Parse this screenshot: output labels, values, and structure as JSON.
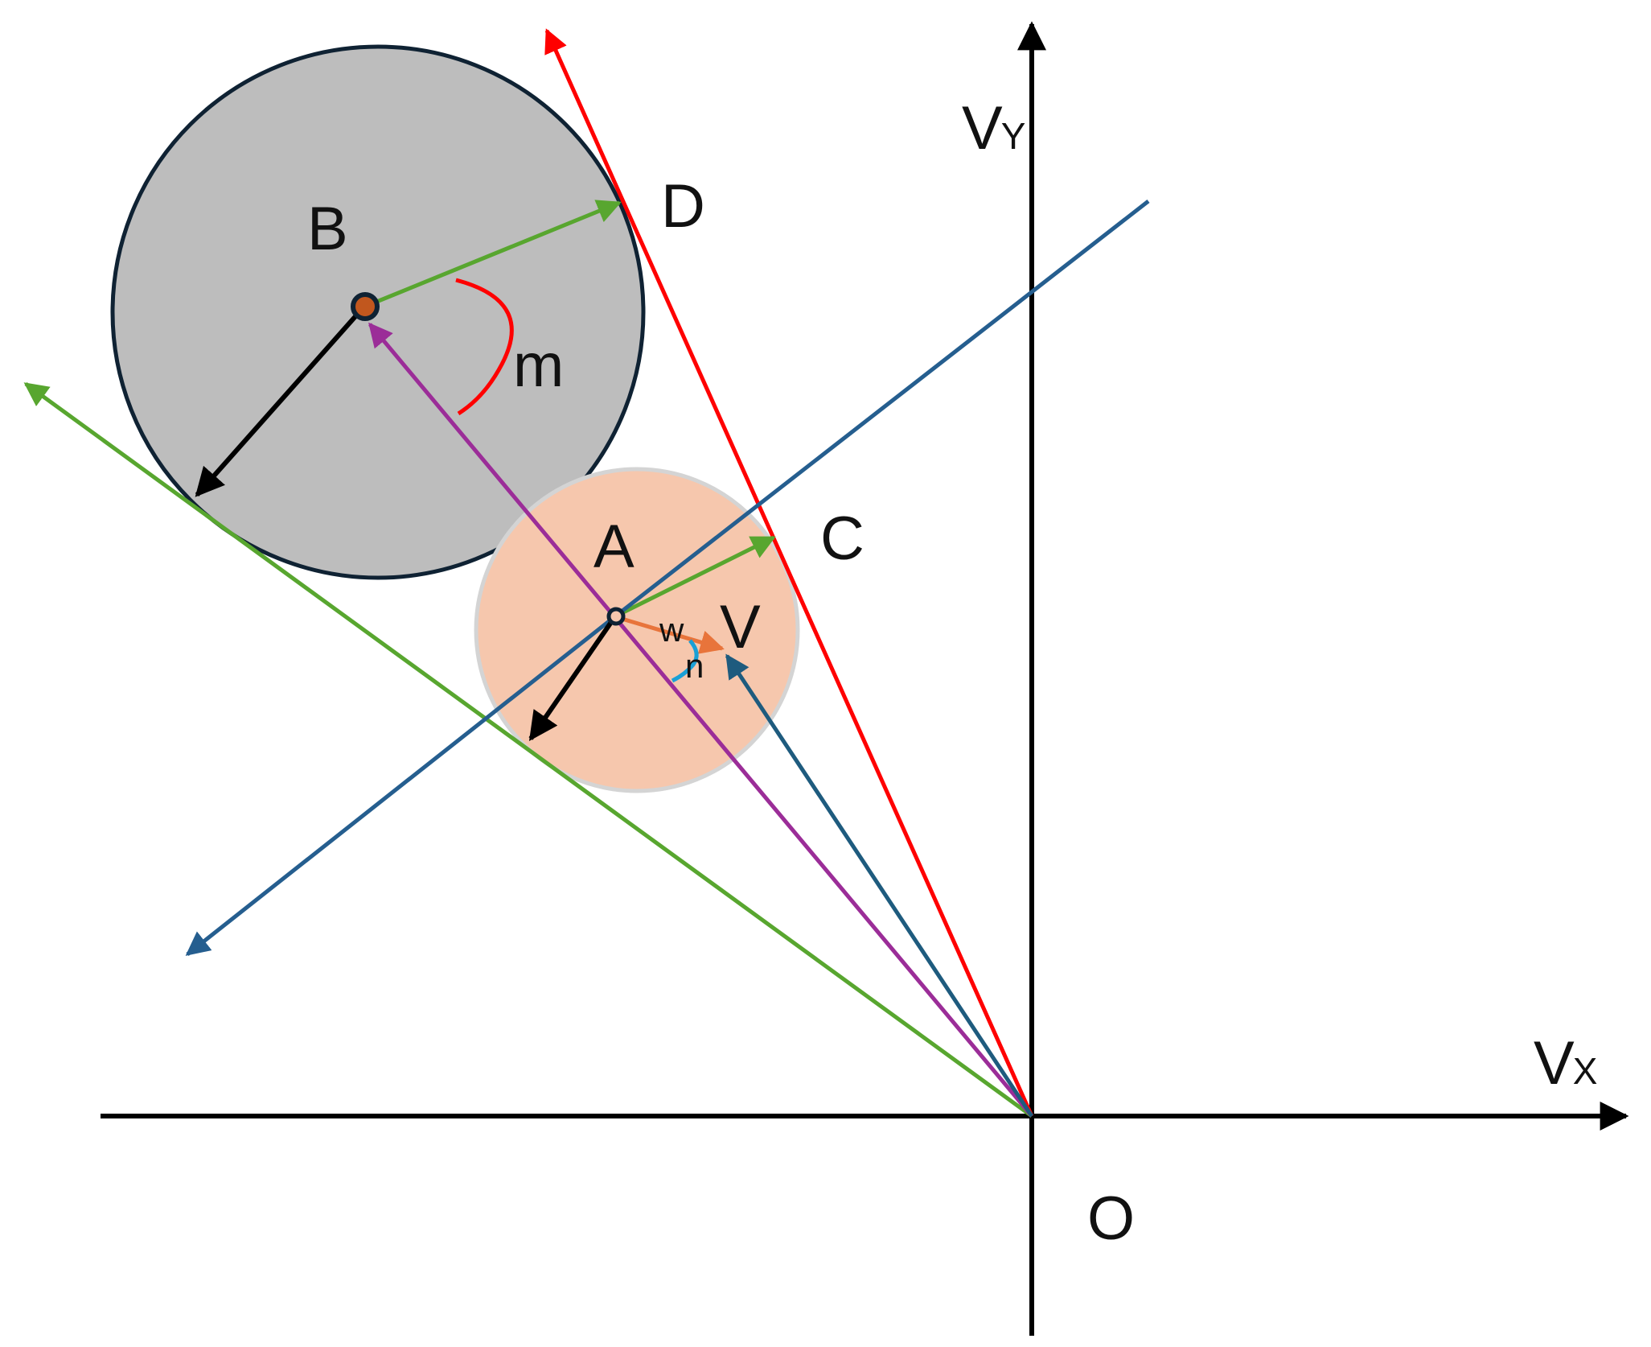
{
  "diagram": {
    "labels": {
      "point_b": "B",
      "point_d": "D",
      "point_a": "A",
      "point_c": "C",
      "point_v": "V",
      "angle_m": "m",
      "vector_w": "w",
      "angle_n": "n",
      "origin": "O",
      "vy_main": "V",
      "vy_sub": "Y",
      "vx_main": "V",
      "vx_sub": "X"
    },
    "colors": {
      "axis": "#000000",
      "circle_b_fill": "#bdbdbd",
      "circle_b_stroke": "#0f2233",
      "circle_a_fill": "#f6c7ad",
      "circle_a_stroke": "#d4d4d4",
      "red_line": "#ff0000",
      "blue_line": "#255e8f",
      "green_line": "#58a62f",
      "purple_line": "#9b2d98",
      "teal_vector": "#1e5b7e",
      "orange_vector": "#e8743b",
      "angle_n_arc": "#1aa0d6",
      "center_b_dot": "#c1571e"
    }
  }
}
